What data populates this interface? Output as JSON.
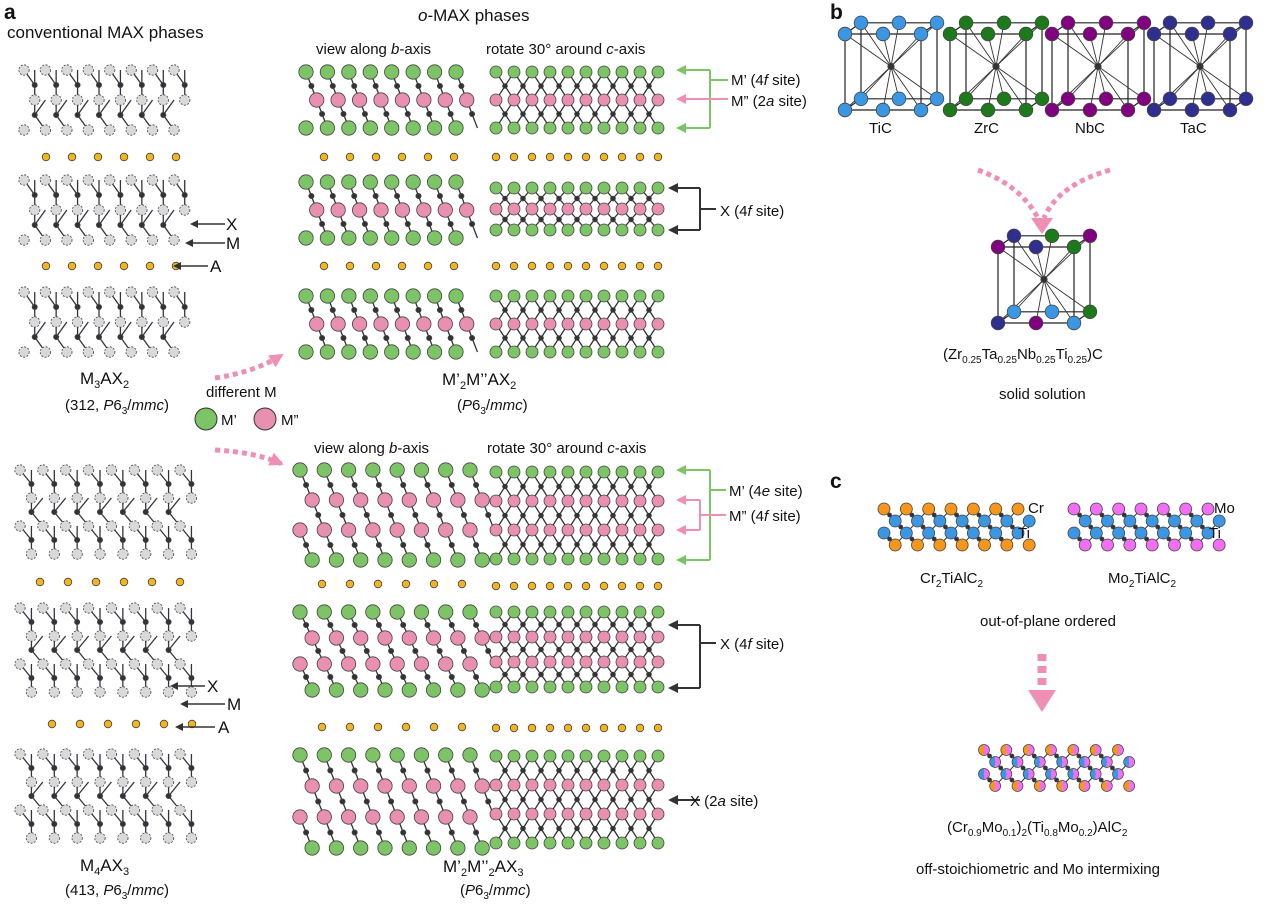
{
  "panels": {
    "a": "a",
    "b": "b",
    "c": "c"
  },
  "panel_a": {
    "conventional_title": "conventional MAX phases",
    "omax_title_italic": "o",
    "omax_title_rest": "-MAX phases",
    "view_b_pre": "view along ",
    "view_b_italic": "b",
    "view_b_post": "-axis",
    "rotate_pre": "rotate 30° around ",
    "rotate_italic": "c",
    "rotate_post": "-axis",
    "site_labels_top": {
      "m1": "M’ (4",
      "m1_italic": "f",
      "m1_post": " site)",
      "m2": "M” (2",
      "m2_italic": "a",
      "m2_post": " site)",
      "x": "X (4",
      "x_italic": "f",
      "x_post": " site)"
    },
    "site_labels_bottom": {
      "m1": "M’ (4",
      "m1_italic": "e",
      "m1_post": " site)",
      "m2": "M” (4",
      "m2_italic": "f",
      "m2_post": " site)",
      "x1": "X (4",
      "x1_italic": "f",
      "x1_post": " site)",
      "x2": "X (2",
      "x2_italic": "a",
      "x2_post": " site)"
    },
    "atom_labels": {
      "x": "X",
      "m": "M",
      "a": "A"
    },
    "legend_title": "different M",
    "legend_m1": "M’",
    "legend_m2": "M”",
    "formula_312": {
      "main": "M",
      "sub1": "3",
      "main2": "AX",
      "sub2": "2"
    },
    "desc_312": {
      "pre": "(312, ",
      "p": "P",
      "sub": "6",
      "sub2": "3",
      "post": "/",
      "italic": "mmc",
      "end": ")"
    },
    "formula_omax312": {
      "a": "M’",
      "s1": "2",
      "b": "M’’AX",
      "s2": "2"
    },
    "desc_omax312": {
      "pre": "(",
      "p": "P",
      "sub": "6",
      "sub2": "3",
      "post": "/",
      "italic": "mmc",
      "end": ")"
    },
    "formula_413": {
      "main": "M",
      "sub1": "4",
      "main2": "AX",
      "sub2": "3"
    },
    "desc_413": {
      "pre": "(413, ",
      "p": "P",
      "sub": "6",
      "sub2": "3",
      "post": "/",
      "italic": "mmc",
      "end": ")"
    },
    "formula_omax413": {
      "a": "M’",
      "s1": "2",
      "b": "M’’",
      "s2": "2",
      "c": "AX",
      "s3": "3"
    },
    "desc_omax413": {
      "pre": "(",
      "p": "P",
      "sub": "6",
      "sub2": "3",
      "post": "/",
      "italic": "mmc",
      "end": ")"
    }
  },
  "panel_b": {
    "carbides": [
      "TiC",
      "ZrC",
      "NbC",
      "TaC"
    ],
    "solution_formula": {
      "pre": "(Zr",
      "s1": "0.25",
      "t": "Ta",
      "s2": "0.25",
      "n": "Nb",
      "s3": "0.25",
      "ti": "Ti",
      "s4": "0.25",
      "end": ")C"
    },
    "solution_label": "solid solution"
  },
  "panel_c": {
    "cr_label": "Cr",
    "ti_label": "Ti",
    "mo_label": "Mo",
    "ti_label2": "Ti",
    "cr_formula": {
      "a": "Cr",
      "s": "2",
      "b": "TiAlC",
      "s2": "2"
    },
    "mo_formula": {
      "a": "Mo",
      "s": "2",
      "b": "TiAlC",
      "s2": "2"
    },
    "ordered_label": "out-of-plane ordered",
    "mixed_formula": {
      "a": "(Cr",
      "s1": "0.9",
      "b": "Mo",
      "s2": "0.1",
      "c": ")",
      "s3": "2",
      "d": "(Ti",
      "s4": "0.8",
      "e": "Mo",
      "s5": "0.2",
      "f": ")AlC",
      "s6": "2"
    },
    "mixed_label": "off-stoichiometric and Mo intermixing"
  },
  "colors": {
    "m_prime_green": "#7cc465",
    "m_double_pink": "#e98fb0",
    "a_yellow": "#f2b51e",
    "x_black": "#333333",
    "m_grey": "#d9d9d9",
    "ti_blue": "#3b97e3",
    "zr_green": "#1d7a1a",
    "nb_purple": "#800080",
    "ta_navy": "#2e2f8f",
    "cr_orange": "#f6961b",
    "mo_magenta": "#f26ef2",
    "arrow_pink": "#ef8fb5",
    "arrow_green": "#7cc465"
  }
}
